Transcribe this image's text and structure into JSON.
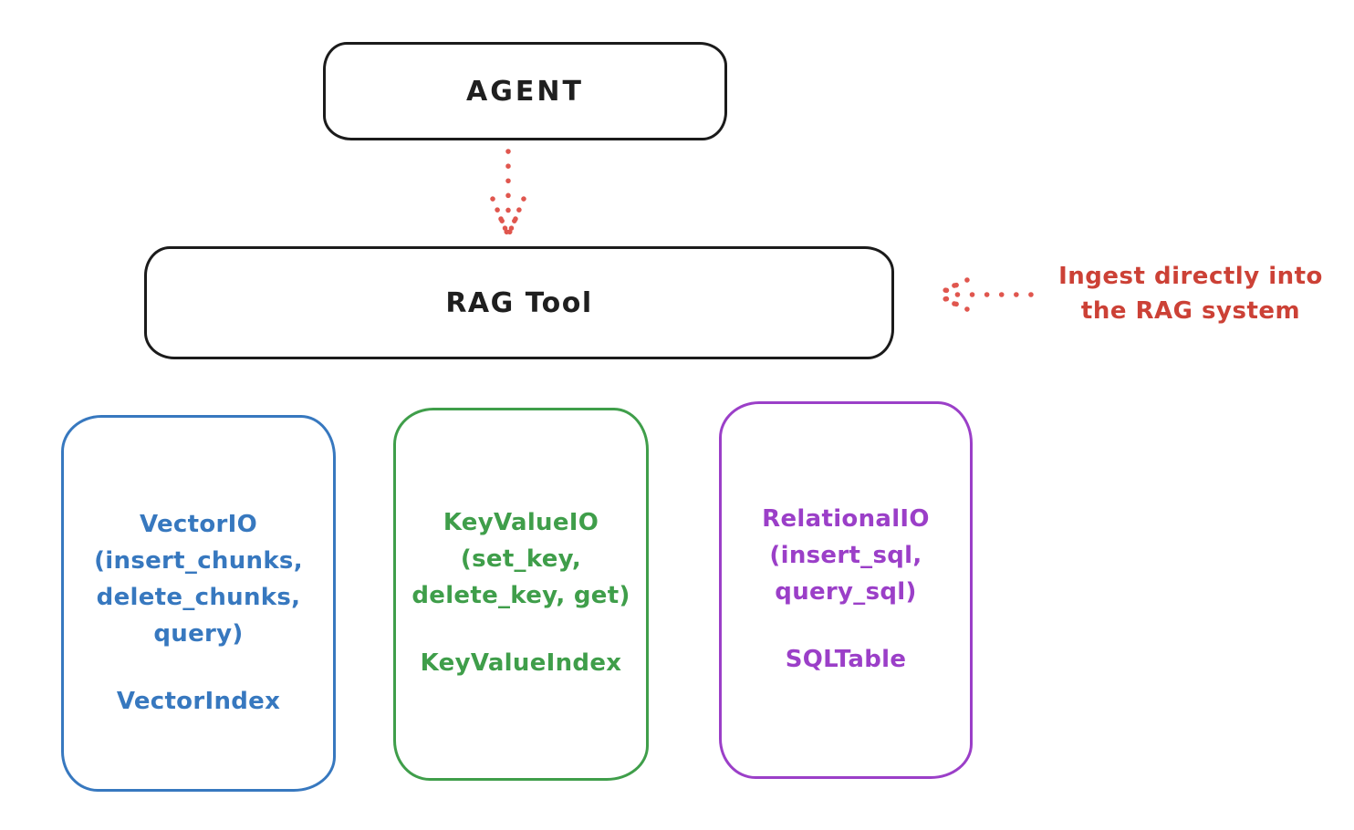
{
  "colors": {
    "ink_black": "#1b1b1b",
    "annotation_red": "#cc4136",
    "arrow_red": "#e0564e",
    "vector_blue": "#3778bf",
    "keyvalue_green": "#3f9e4a",
    "relational_purple": "#9b3fc8",
    "background": "#ffffff"
  },
  "agent": {
    "label": "AGENT"
  },
  "rag_tool": {
    "label": "RAG Tool"
  },
  "annotation": {
    "line1": "Ingest directly into",
    "line2": "the RAG system"
  },
  "arrows": {
    "agent_to_rag": "dotted-arrow-down",
    "annotation_to_rag": "dotted-arrow-left"
  },
  "backends": [
    {
      "id": "vector",
      "color": "#3778bf",
      "lines": [
        "VectorIO",
        "(insert_chunks,",
        "delete_chunks,",
        "query)"
      ],
      "index_label": "VectorIndex"
    },
    {
      "id": "keyvalue",
      "color": "#3f9e4a",
      "lines": [
        "KeyValueIO",
        "(set_key,",
        "delete_key, get)"
      ],
      "index_label": "KeyValueIndex"
    },
    {
      "id": "relational",
      "color": "#9b3fc8",
      "lines": [
        "RelationalIO",
        "(insert_sql,",
        "query_sql)"
      ],
      "index_label": "SQLTable"
    }
  ]
}
